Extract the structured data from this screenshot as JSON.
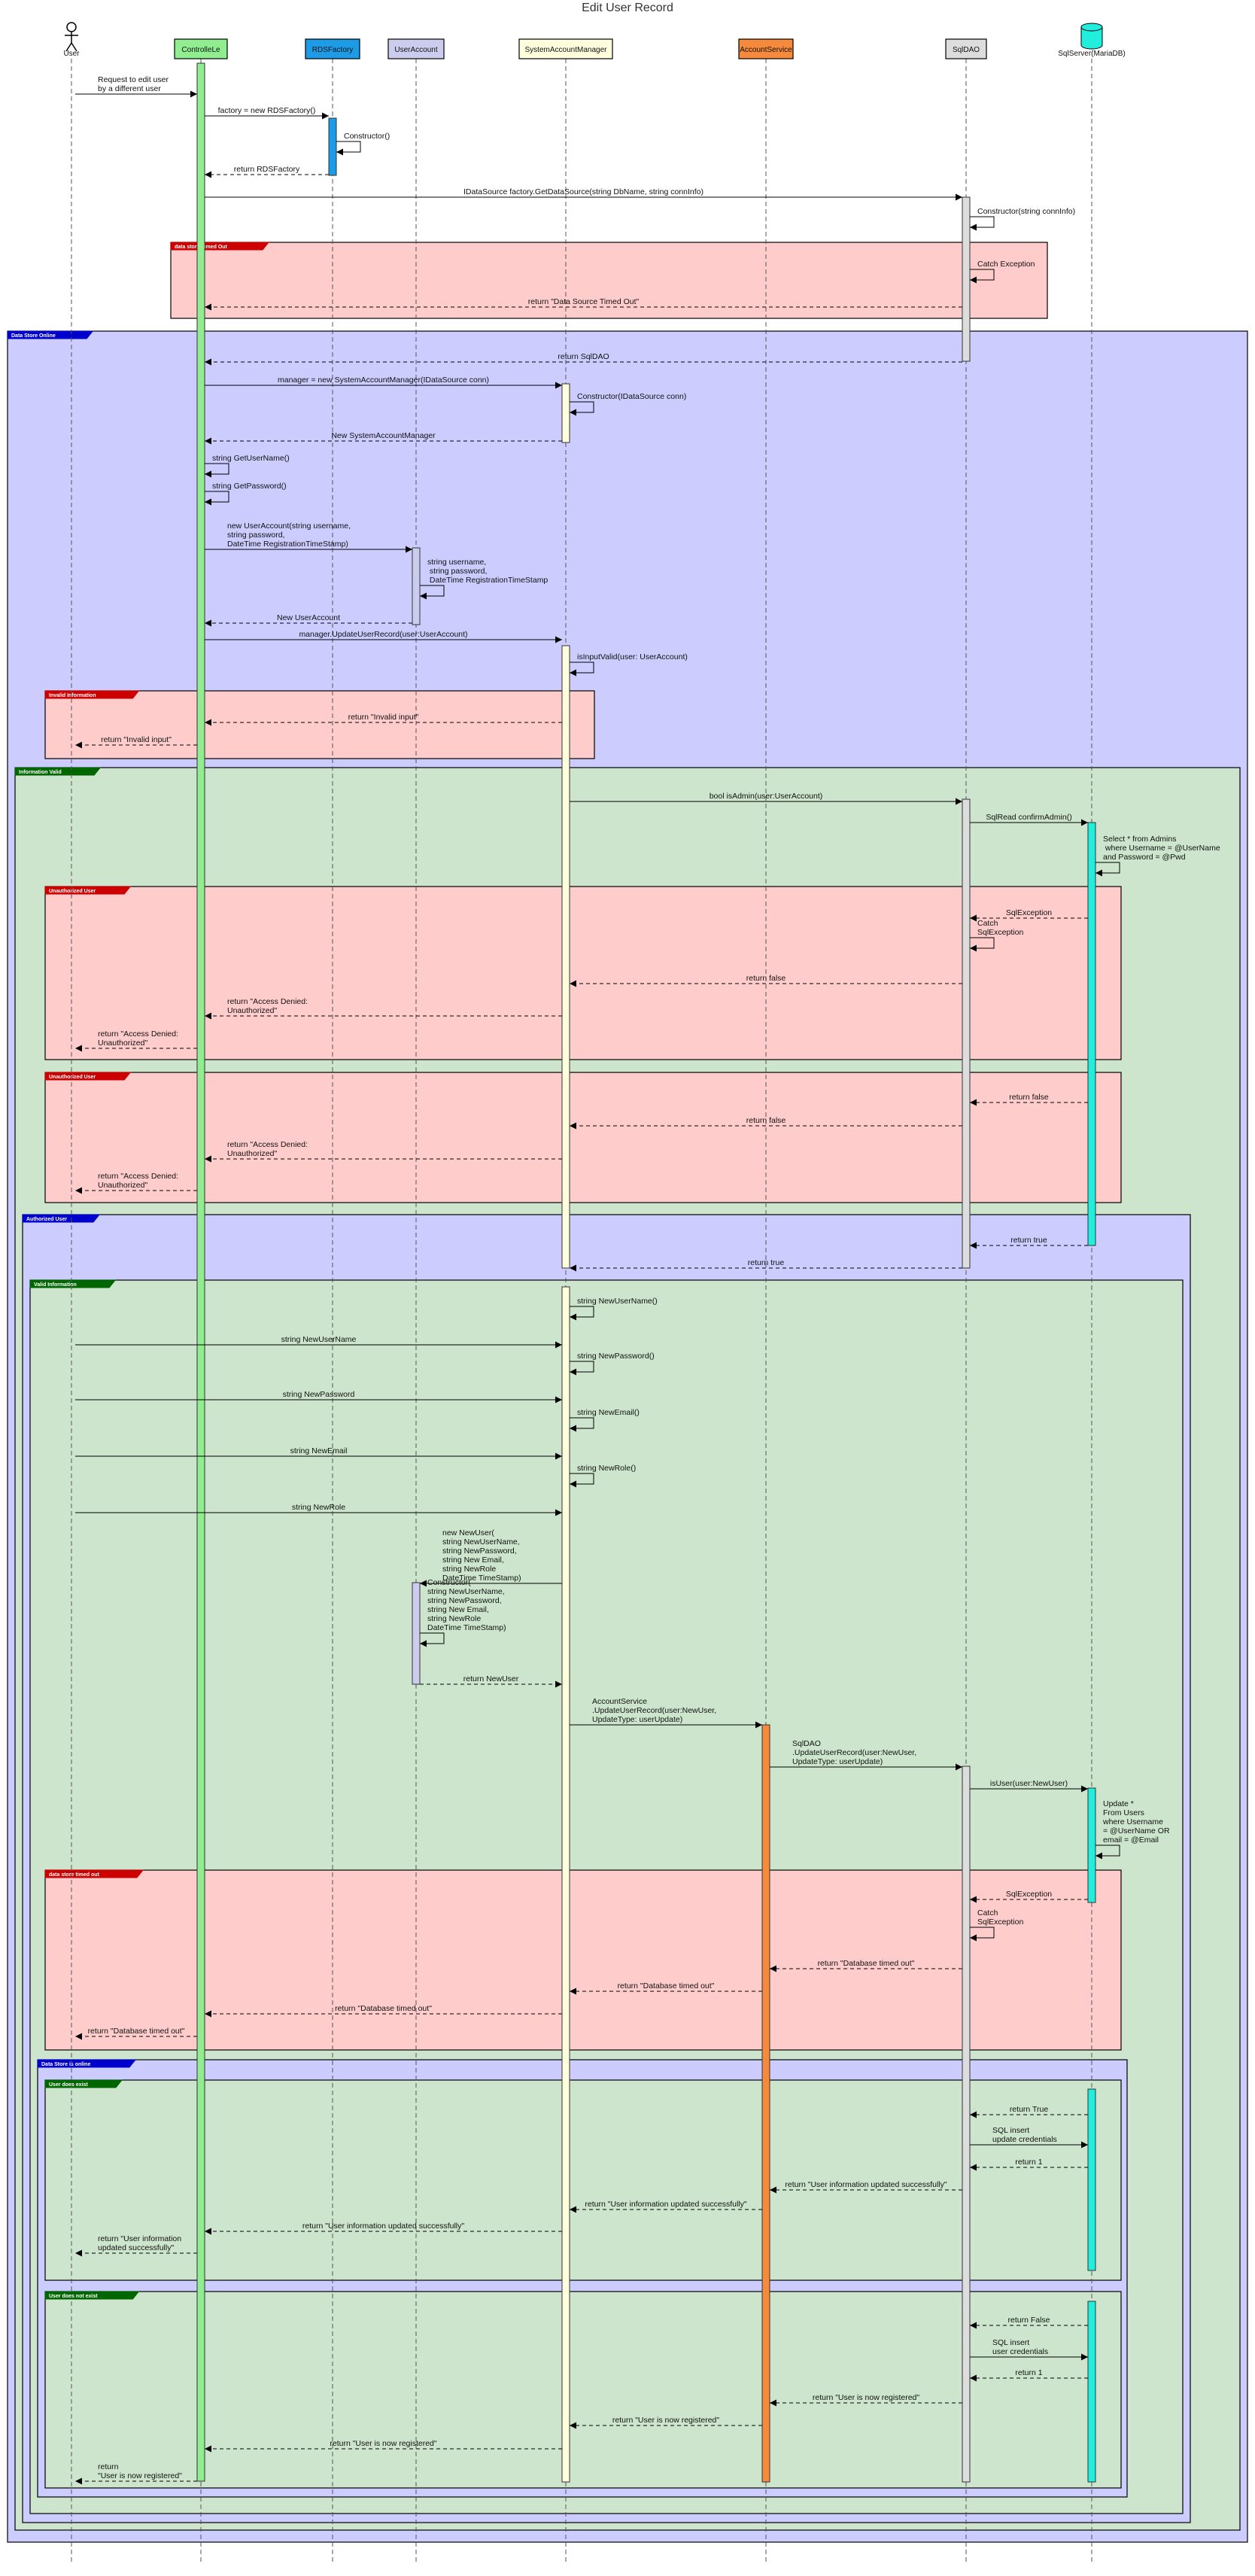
{
  "title": "Edit User Record",
  "participants": [
    {
      "id": "user",
      "label": "User",
      "kind": "actor"
    },
    {
      "id": "ctrl",
      "label": "ControlleLe",
      "kind": "box",
      "fill": "#90ee90"
    },
    {
      "id": "rds",
      "label": "RDSFactory",
      "kind": "box",
      "fill": "#1e9be6"
    },
    {
      "id": "ua",
      "label": "UserAccount",
      "kind": "box",
      "fill": "#ccccee"
    },
    {
      "id": "sam",
      "label": "SystemAccountManager",
      "kind": "box",
      "fill": "#ffffdd"
    },
    {
      "id": "as",
      "label": "AccountService",
      "kind": "box",
      "fill": "#f58a3c"
    },
    {
      "id": "dao",
      "label": "SqlDAO",
      "kind": "box",
      "fill": "#dddddd"
    },
    {
      "id": "db",
      "label": "SqlServer(MariaDB)",
      "kind": "database",
      "fill": "#22eedd"
    }
  ],
  "fragments": [
    {
      "label": "data store Timed Out",
      "color": "#cc0000"
    },
    {
      "label": "Data Store Online",
      "color": "#0000cc"
    },
    {
      "label": "Invalid Information",
      "color": "#cc0000"
    },
    {
      "label": "Information Valid",
      "color": "#006600"
    },
    {
      "label": "Unauthorized User",
      "color": "#cc0000"
    },
    {
      "label": "Unauthorized User",
      "color": "#cc0000"
    },
    {
      "label": "Authorized User",
      "color": "#0000cc"
    },
    {
      "label": "Valid Information",
      "color": "#006600"
    },
    {
      "label": "data store timed out",
      "color": "#cc0000"
    },
    {
      "label": "Data Store is online",
      "color": "#0000cc"
    },
    {
      "label": "User does exist",
      "color": "#006600"
    },
    {
      "label": "User does not exist",
      "color": "#006600"
    }
  ],
  "messages": [
    {
      "from": "user",
      "to": "ctrl",
      "dashed": false,
      "text": "Request to edit user\nby a different user"
    },
    {
      "from": "ctrl",
      "to": "rds",
      "dashed": false,
      "text": "factory = new RDSFactory()"
    },
    {
      "from": "rds",
      "to": "rds",
      "dashed": false,
      "text": "Constructor()"
    },
    {
      "from": "rds",
      "to": "ctrl",
      "dashed": true,
      "text": "return RDSFactory"
    },
    {
      "from": "ctrl",
      "to": "dao",
      "dashed": false,
      "text": "IDataSource factory.GetDataSource(string DbName, string connInfo)"
    },
    {
      "from": "dao",
      "to": "dao",
      "dashed": false,
      "text": "Constructor(string connInfo)"
    },
    {
      "from": "dao",
      "to": "dao",
      "dashed": false,
      "text": "Catch Exception"
    },
    {
      "from": "dao",
      "to": "ctrl",
      "dashed": true,
      "text": "return \"Data Source Timed Out\""
    },
    {
      "from": "dao",
      "to": "ctrl",
      "dashed": true,
      "text": "return SqlDAO"
    },
    {
      "from": "ctrl",
      "to": "sam",
      "dashed": false,
      "text": "manager = new SystemAccountManager(IDataSource conn)"
    },
    {
      "from": "sam",
      "to": "sam",
      "dashed": false,
      "text": "Constructor(IDataSource conn)"
    },
    {
      "from": "sam",
      "to": "ctrl",
      "dashed": true,
      "text": "New SystemAccountManager"
    },
    {
      "from": "ctrl",
      "to": "ctrl",
      "dashed": false,
      "text": "string GetUserName()"
    },
    {
      "from": "ctrl",
      "to": "ctrl",
      "dashed": false,
      "text": "string GetPassword()"
    },
    {
      "from": "ctrl",
      "to": "ua",
      "dashed": false,
      "text": "new UserAccount(string username,\nstring password,\nDateTime RegistrationTimeStamp)"
    },
    {
      "from": "ua",
      "to": "ua",
      "dashed": false,
      "text": "string username,\n string password,\n DateTime RegistrationTimeStamp"
    },
    {
      "from": "ua",
      "to": "ctrl",
      "dashed": true,
      "text": "New UserAccount"
    },
    {
      "from": "ctrl",
      "to": "sam",
      "dashed": false,
      "text": "manager.UpdateUserRecord(user:UserAccount)"
    },
    {
      "from": "sam",
      "to": "sam",
      "dashed": false,
      "text": "isInputValid(user: UserAccount)"
    },
    {
      "from": "sam",
      "to": "ctrl",
      "dashed": true,
      "text": "return \"Invalid input\""
    },
    {
      "from": "ctrl",
      "to": "user",
      "dashed": true,
      "text": "return \"Invalid input\""
    },
    {
      "from": "sam",
      "to": "dao",
      "dashed": false,
      "text": "bool isAdmin(user:UserAccount)"
    },
    {
      "from": "dao",
      "to": "db",
      "dashed": false,
      "text": "SqlRead confirmAdmin()"
    },
    {
      "from": "db",
      "to": "db",
      "dashed": false,
      "text": "Select * from Admins\n where Username = @UserName\nand Password = @Pwd"
    },
    {
      "from": "db",
      "to": "dao",
      "dashed": true,
      "text": "SqlException"
    },
    {
      "from": "dao",
      "to": "dao",
      "dashed": false,
      "text": "Catch\nSqlException"
    },
    {
      "from": "dao",
      "to": "sam",
      "dashed": true,
      "text": "return false"
    },
    {
      "from": "sam",
      "to": "ctrl",
      "dashed": true,
      "text": "return \"Access Denied:\nUnauthorized\""
    },
    {
      "from": "ctrl",
      "to": "user",
      "dashed": true,
      "text": "return \"Access Denied:\nUnauthorized\""
    },
    {
      "from": "db",
      "to": "dao",
      "dashed": true,
      "text": "return false"
    },
    {
      "from": "dao",
      "to": "sam",
      "dashed": true,
      "text": "return false"
    },
    {
      "from": "sam",
      "to": "ctrl",
      "dashed": true,
      "text": "return \"Access Denied:\nUnauthorized\""
    },
    {
      "from": "ctrl",
      "to": "user",
      "dashed": true,
      "text": "return \"Access Denied:\nUnauthorized\""
    },
    {
      "from": "db",
      "to": "dao",
      "dashed": true,
      "text": "return true"
    },
    {
      "from": "dao",
      "to": "sam",
      "dashed": true,
      "text": "return true"
    },
    {
      "from": "sam",
      "to": "sam",
      "dashed": false,
      "text": "string NewUserName()"
    },
    {
      "from": "user",
      "to": "sam",
      "dashed": false,
      "text": "string NewUserName"
    },
    {
      "from": "sam",
      "to": "sam",
      "dashed": false,
      "text": "string NewPassword()"
    },
    {
      "from": "user",
      "to": "sam",
      "dashed": false,
      "text": "string NewPassword"
    },
    {
      "from": "sam",
      "to": "sam",
      "dashed": false,
      "text": "string NewEmail()"
    },
    {
      "from": "user",
      "to": "sam",
      "dashed": false,
      "text": "string NewEmail"
    },
    {
      "from": "sam",
      "to": "sam",
      "dashed": false,
      "text": "string NewRole()"
    },
    {
      "from": "user",
      "to": "sam",
      "dashed": false,
      "text": "string NewRole"
    },
    {
      "from": "sam",
      "to": "ua",
      "dashed": false,
      "text": "new NewUser(\nstring NewUserName,\nstring NewPassword,\nstring New Email,\nstring NewRole\nDateTime TimeStamp)"
    },
    {
      "from": "ua",
      "to": "ua",
      "dashed": false,
      "text": "Constructor(\nstring NewUserName,\nstring NewPassword,\nstring New Email,\nstring NewRole\nDateTime TimeStamp)"
    },
    {
      "from": "ua",
      "to": "sam",
      "dashed": true,
      "text": "return NewUser"
    },
    {
      "from": "sam",
      "to": "as",
      "dashed": false,
      "text": "AccountService\n.UpdateUserRecord(user:NewUser,\nUpdateType: userUpdate)"
    },
    {
      "from": "as",
      "to": "dao",
      "dashed": false,
      "text": "SqlDAO\n.UpdateUserRecord(user:NewUser,\nUpdateType: userUpdate)"
    },
    {
      "from": "dao",
      "to": "db",
      "dashed": false,
      "text": "isUser(user:NewUser)"
    },
    {
      "from": "db",
      "to": "db",
      "dashed": false,
      "text": "Update *\nFrom Users\nwhere Username\n= @UserName OR\nemail = @Email"
    },
    {
      "from": "db",
      "to": "dao",
      "dashed": true,
      "text": "SqlException"
    },
    {
      "from": "dao",
      "to": "dao",
      "dashed": false,
      "text": "Catch\nSqlException"
    },
    {
      "from": "dao",
      "to": "as",
      "dashed": true,
      "text": "return \"Database timed out\""
    },
    {
      "from": "as",
      "to": "sam",
      "dashed": true,
      "text": "return \"Database timed out\""
    },
    {
      "from": "sam",
      "to": "ctrl",
      "dashed": true,
      "text": "return \"Database timed out\""
    },
    {
      "from": "ctrl",
      "to": "user",
      "dashed": true,
      "text": "return \"Database timed out\""
    },
    {
      "from": "db",
      "to": "dao",
      "dashed": true,
      "text": "return True"
    },
    {
      "from": "dao",
      "to": "db",
      "dashed": false,
      "text": "SQL insert\nupdate credentials"
    },
    {
      "from": "db",
      "to": "dao",
      "dashed": true,
      "text": "return 1"
    },
    {
      "from": "dao",
      "to": "as",
      "dashed": true,
      "text": "return \"User information updated successfully\""
    },
    {
      "from": "as",
      "to": "sam",
      "dashed": true,
      "text": "return \"User information updated successfully\""
    },
    {
      "from": "sam",
      "to": "ctrl",
      "dashed": true,
      "text": "return \"User information updated successfully\""
    },
    {
      "from": "ctrl",
      "to": "user",
      "dashed": true,
      "text": "return \"User information\nupdated successfully\""
    },
    {
      "from": "db",
      "to": "dao",
      "dashed": true,
      "text": "return False"
    },
    {
      "from": "dao",
      "to": "db",
      "dashed": false,
      "text": "SQL insert\nuser credentials"
    },
    {
      "from": "db",
      "to": "dao",
      "dashed": true,
      "text": "return 1"
    },
    {
      "from": "dao",
      "to": "as",
      "dashed": true,
      "text": "return \"User is now registered\""
    },
    {
      "from": "as",
      "to": "sam",
      "dashed": true,
      "text": "return \"User is now registered\""
    },
    {
      "from": "sam",
      "to": "ctrl",
      "dashed": true,
      "text": "return \"User is now registered\""
    },
    {
      "from": "ctrl",
      "to": "user",
      "dashed": true,
      "text": "return\n\"User is now registered\""
    }
  ]
}
